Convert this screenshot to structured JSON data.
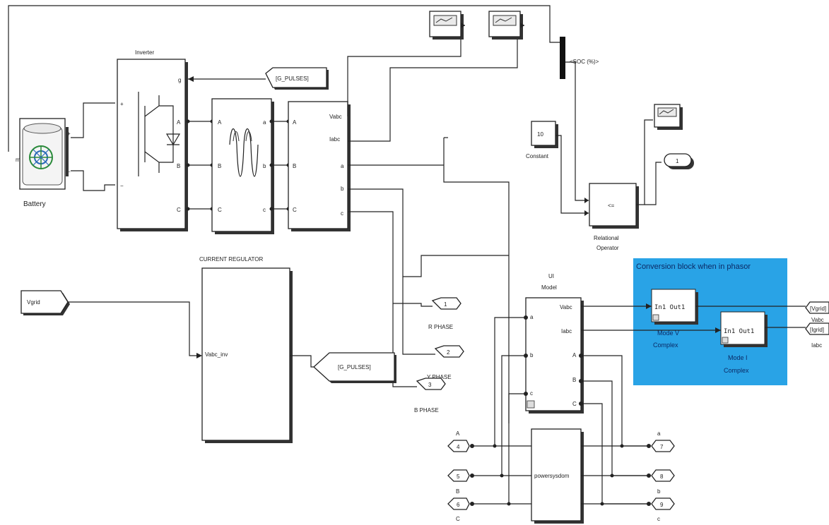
{
  "battery": {
    "label": "Battery",
    "port_m": "m",
    "port_plus": "+",
    "port_minus": "−"
  },
  "inverter": {
    "title": "Inverter",
    "ports_in": [
      "+",
      "−"
    ],
    "port_g": "g",
    "ports_out": [
      "A",
      "B",
      "C"
    ]
  },
  "filter": {
    "ports_left": [
      "A",
      "B",
      "C"
    ],
    "ports_right": [
      "a",
      "b",
      "c"
    ]
  },
  "measurement": {
    "ports_left": [
      "A",
      "B",
      "C"
    ],
    "outputs": [
      "Vabc",
      "Iabc"
    ],
    "ports_right": [
      "a",
      "b",
      "c"
    ]
  },
  "goto_pulses_top": {
    "text": "[G_PULSES]"
  },
  "bus_selector": {
    "label": "<SOC (%)>"
  },
  "constant": {
    "value": "10",
    "label": "Constant"
  },
  "relational_operator": {
    "symbol": "<=",
    "label_line1": "Relational",
    "label_line2": "Operator"
  },
  "outport_1_top": {
    "number": "1"
  },
  "current_regulator": {
    "title": "CURRENT REGULATOR",
    "input": "Vabc_inv"
  },
  "from_vgrid": {
    "text": "Vgrid"
  },
  "goto_pulses_bottom": {
    "text": "[G_PULSES]"
  },
  "phase_ports": [
    {
      "number": "1",
      "label": "R PHASE"
    },
    {
      "number": "2",
      "label": "Y PHASE"
    },
    {
      "number": "3",
      "label": "B PHASE"
    }
  ],
  "ui_model": {
    "title_line1": "UI",
    "title_line2": "Model",
    "ports_left": [
      "a",
      "b",
      "c"
    ],
    "outputs": [
      "Vabc",
      "Iabc"
    ],
    "ports_right": [
      "A",
      "B",
      "C"
    ]
  },
  "conversion_block": {
    "title": "Conversion block when in phasor",
    "block_v": {
      "text": "In1 Out1",
      "label_line1": "Mode V",
      "label_line2": "Complex"
    },
    "block_i": {
      "text": "In1 Out1",
      "label_line1": "Mode I",
      "label_line2": "Complex"
    },
    "color": "#29a3e6"
  },
  "goto_vgrid": {
    "text": "[Vgrid]",
    "label": "Vabc"
  },
  "goto_igrid": {
    "text": "[Igrid]",
    "label": "Iabc"
  },
  "powersysdom": {
    "label": "powersysdom"
  },
  "left_ports": [
    {
      "number": "4",
      "label": "A"
    },
    {
      "number": "5",
      "label": ""
    },
    {
      "number": "6",
      "label": "B"
    }
  ],
  "left_ports_bottom_label": "C",
  "right_ports": [
    {
      "number": "7",
      "label": "a"
    },
    {
      "number": "8",
      "label": ""
    },
    {
      "number": "9",
      "label": "b"
    }
  ],
  "right_ports_bottom_label": "c"
}
